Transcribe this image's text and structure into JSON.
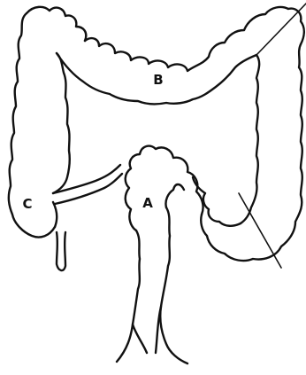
{
  "diagram": {
    "labels": {
      "a": "A",
      "b": "B",
      "c": "C"
    },
    "colors": {
      "line": "#111111",
      "background": "#ffffff"
    }
  }
}
